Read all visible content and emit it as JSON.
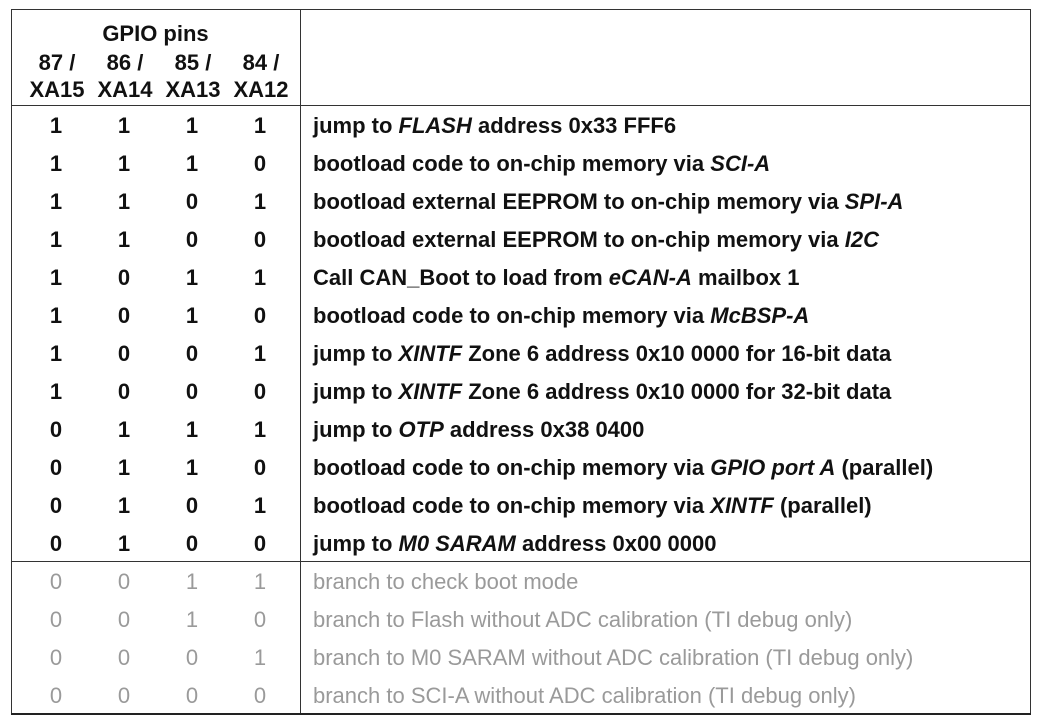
{
  "header": {
    "group": "GPIO pins",
    "cols": [
      {
        "top": "87 /",
        "bottom": "XA15"
      },
      {
        "top": "86 /",
        "bottom": "XA14"
      },
      {
        "top": "85 /",
        "bottom": "XA13"
      },
      {
        "top": "84 /",
        "bottom": "XA12"
      }
    ]
  },
  "rows": [
    {
      "pins": [
        "1",
        "1",
        "1",
        "1"
      ],
      "desc": [
        {
          "t": "jump to "
        },
        {
          "t": "FLASH",
          "i": true
        },
        {
          "t": " address 0x33 FFF6"
        }
      ]
    },
    {
      "pins": [
        "1",
        "1",
        "1",
        "0"
      ],
      "desc": [
        {
          "t": "bootload code to on-chip memory via "
        },
        {
          "t": "SCI-A",
          "i": true
        }
      ]
    },
    {
      "pins": [
        "1",
        "1",
        "0",
        "1"
      ],
      "desc": [
        {
          "t": "bootload external EEPROM to on-chip memory via "
        },
        {
          "t": "SPI-A",
          "i": true
        }
      ]
    },
    {
      "pins": [
        "1",
        "1",
        "0",
        "0"
      ],
      "desc": [
        {
          "t": "bootload external EEPROM to on-chip memory via "
        },
        {
          "t": "I2C",
          "i": true
        }
      ]
    },
    {
      "pins": [
        "1",
        "0",
        "1",
        "1"
      ],
      "desc": [
        {
          "t": "Call CAN_Boot to load from "
        },
        {
          "t": "eCAN-A",
          "i": true
        },
        {
          "t": " mailbox 1"
        }
      ]
    },
    {
      "pins": [
        "1",
        "0",
        "1",
        "0"
      ],
      "desc": [
        {
          "t": "bootload code to on-chip memory via "
        },
        {
          "t": "McBSP-A",
          "i": true
        }
      ]
    },
    {
      "pins": [
        "1",
        "0",
        "0",
        "1"
      ],
      "desc": [
        {
          "t": "jump to "
        },
        {
          "t": "XINTF",
          "i": true
        },
        {
          "t": " Zone 6 address 0x10 0000 for 16-bit data"
        }
      ]
    },
    {
      "pins": [
        "1",
        "0",
        "0",
        "0"
      ],
      "desc": [
        {
          "t": "jump to "
        },
        {
          "t": "XINTF",
          "i": true
        },
        {
          "t": " Zone 6 address 0x10 0000 for 32-bit data"
        }
      ]
    },
    {
      "pins": [
        "0",
        "1",
        "1",
        "1"
      ],
      "desc": [
        {
          "t": "jump to "
        },
        {
          "t": "OTP",
          "i": true
        },
        {
          "t": " address 0x38 0400"
        }
      ]
    },
    {
      "pins": [
        "0",
        "1",
        "1",
        "0"
      ],
      "desc": [
        {
          "t": "bootload code to on-chip memory via "
        },
        {
          "t": "GPIO port A",
          "i": true
        },
        {
          "t": " (parallel)"
        }
      ]
    },
    {
      "pins": [
        "0",
        "1",
        "0",
        "1"
      ],
      "desc": [
        {
          "t": "bootload code to on-chip memory via "
        },
        {
          "t": "XINTF",
          "i": true
        },
        {
          "t": " (parallel)"
        }
      ]
    },
    {
      "pins": [
        "0",
        "1",
        "0",
        "0"
      ],
      "desc": [
        {
          "t": "jump to "
        },
        {
          "t": "M0 SARAM",
          "i": true
        },
        {
          "t": " address 0x00 0000"
        }
      ]
    },
    {
      "pins": [
        "0",
        "0",
        "1",
        "1"
      ],
      "gray": true,
      "desc": [
        {
          "t": "branch to check boot mode"
        }
      ]
    },
    {
      "pins": [
        "0",
        "0",
        "1",
        "0"
      ],
      "gray": true,
      "desc": [
        {
          "t": "branch to Flash without ADC calibration (TI debug only)"
        }
      ]
    },
    {
      "pins": [
        "0",
        "0",
        "0",
        "1"
      ],
      "gray": true,
      "desc": [
        {
          "t": "branch to M0 SARAM without ADC calibration (TI debug only)"
        }
      ]
    },
    {
      "pins": [
        "0",
        "0",
        "0",
        "0"
      ],
      "gray": true,
      "desc": [
        {
          "t": "branch to SCI-A without ADC calibration (TI debug only)"
        }
      ]
    }
  ]
}
